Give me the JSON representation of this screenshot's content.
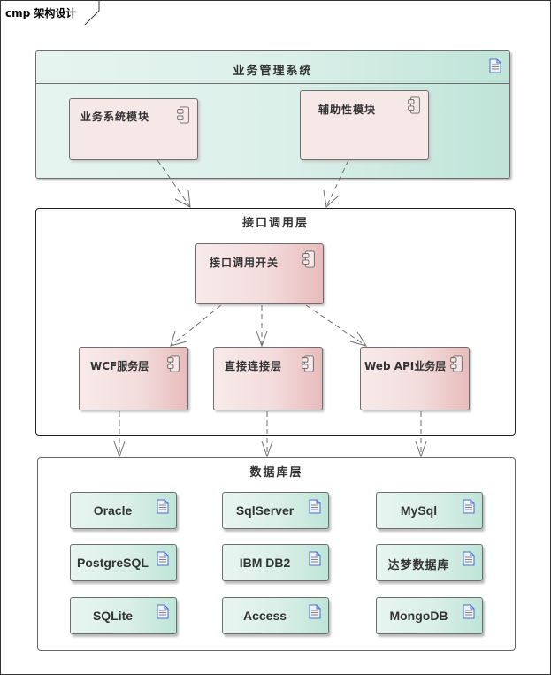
{
  "diagram": {
    "title": "cmp 架构设计",
    "packages": {
      "business": {
        "title": "业务管理系统",
        "icon": "document-icon",
        "components": [
          {
            "label": "业务系统模块",
            "icon": "component-icon"
          },
          {
            "label": "辅助性模块",
            "icon": "component-icon"
          }
        ]
      },
      "interface": {
        "title": "接口调用层",
        "switch": {
          "label": "接口调用开关",
          "icon": "component-icon"
        },
        "components": [
          {
            "label": "WCF服务层",
            "icon": "component-icon"
          },
          {
            "label": "直接连接层",
            "icon": "component-icon"
          },
          {
            "label": "Web API业务层",
            "icon": "component-icon"
          }
        ]
      },
      "database": {
        "title": "数据库层",
        "artifacts": [
          {
            "label": "Oracle",
            "icon": "document-icon"
          },
          {
            "label": "SqlServer",
            "icon": "document-icon"
          },
          {
            "label": "MySql",
            "icon": "document-icon"
          },
          {
            "label": "PostgreSQL",
            "icon": "document-icon"
          },
          {
            "label": "IBM DB2",
            "icon": "document-icon"
          },
          {
            "label": "达梦数据库",
            "icon": "document-icon"
          },
          {
            "label": "SQLite",
            "icon": "document-icon"
          },
          {
            "label": "Access",
            "icon": "document-icon"
          },
          {
            "label": "MongoDB",
            "icon": "document-icon"
          }
        ]
      }
    },
    "connectors": [
      {
        "from": "业务系统模块",
        "to": "接口调用层",
        "style": "dashed-open-arrow"
      },
      {
        "from": "辅助性模块",
        "to": "接口调用层",
        "style": "dashed-open-arrow"
      },
      {
        "from": "接口调用开关",
        "to": "WCF服务层",
        "style": "dashed-open-arrow"
      },
      {
        "from": "接口调用开关",
        "to": "直接连接层",
        "style": "dashed-open-arrow"
      },
      {
        "from": "接口调用开关",
        "to": "Web API业务层",
        "style": "dashed-open-arrow"
      },
      {
        "from": "WCF服务层",
        "to": "数据库层",
        "style": "dashed-open-arrow"
      },
      {
        "from": "直接连接层",
        "to": "数据库层",
        "style": "dashed-open-arrow"
      },
      {
        "from": "Web API业务层",
        "to": "数据库层",
        "style": "dashed-open-arrow"
      }
    ],
    "colors": {
      "package_green": "#bfe4d8",
      "component_pink": "#f7e8e8",
      "component_gradient_end": "#e8bcbc",
      "icon_blue": "#4a6fc4",
      "border": "#6e6e6e"
    }
  }
}
